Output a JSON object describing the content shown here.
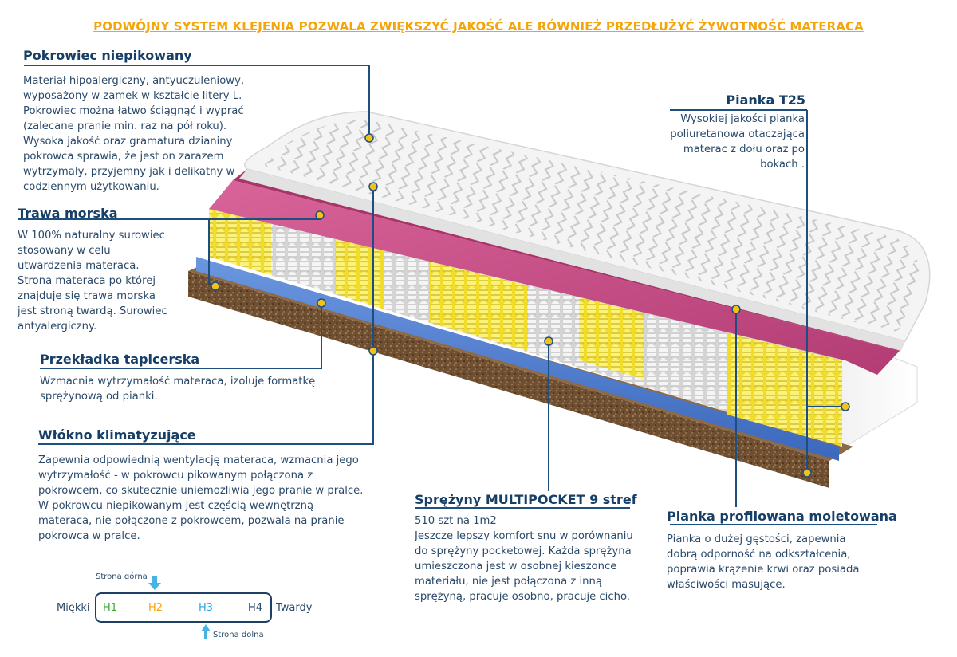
{
  "headline": "PODWÓJNY SYSTEM KLEJENIA POZWALA ZWIĘKSZYĆ JAKOŚĆ ALE RÓWNIEŻ PRZEDŁUŻYĆ ŻYWOTNOŚĆ MATERACA",
  "sections": {
    "pokrowiec": {
      "title": "Pokrowiec  niepikowany",
      "lines": [
        "Materiał hipoalergiczny, antyuczuleniowy,",
        "wyposażony w zamek w kształcie litery L.",
        "Pokrowiec można łatwo ściągnąć i wyprać",
        "(zalecane pranie min.  raz na pół roku).",
        "Wysoka jakość oraz gramatura dzianiny",
        "pokrowca sprawia, że jest on zarazem",
        "wytrzymały, przyjemny jak i delikatny w",
        "codziennym użytkowaniu."
      ]
    },
    "trawa": {
      "title": "Trawa morska",
      "lines": [
        "W 100% naturalny surowiec",
        "stosowany w celu",
        "utwardzenia materaca.",
        "Strona materaca po której",
        "znajduje się trawa morska",
        "jest stroną twardą. Surowiec",
        "antyalergiczny."
      ]
    },
    "przekladka": {
      "title": "Przekładka tapicerska",
      "lines": [
        "Wzmacnia wytrzymałość materaca, izoluje formatkę",
        "sprężynową od pianki."
      ]
    },
    "wlokno": {
      "title": "Włókno klimatyzujące",
      "lines": [
        "Zapewnia odpowiednią wentylację materaca, wzmacnia jego",
        "wytrzymałość - w pokrowcu pikowanym połączona z",
        "pokrowcem, co skutecznie uniemożliwia jego pranie w pralce.",
        "W pokrowcu niepikowanym jest częścią wewnętrzną",
        "materaca, nie połączone z pokrowcem, pozwala na pranie",
        "pokrowca w pralce."
      ]
    },
    "pianka_t25": {
      "title": "Pianka T25",
      "lines": [
        "Wysokiej jakości pianka",
        "poliuretanowa otaczająca",
        "materac z dołu oraz po",
        "bokach ."
      ]
    },
    "sprezyny": {
      "title": "Sprężyny MULTIPOCKET  9 stref",
      "lines": [
        "510 szt na 1m2",
        "Jeszcze lepszy komfort snu w porównaniu",
        "do sprężyny pocketowej. Każda sprężyna",
        "umieszczona jest w osobnej kieszonce",
        "materiału, nie jest połączona z inną",
        "sprężyną, pracuje osobno, pracuje cicho."
      ]
    },
    "pianka_prof": {
      "title": "Pianka profilowana moletowana",
      "lines": [
        "Pianka o dużej gęstości, zapewnia",
        "dobrą odporność na odkształcenia,",
        "poprawia krążenie krwi oraz posiada",
        "właściwości masujące."
      ]
    }
  },
  "legend": {
    "top_label": "Strona górna",
    "bottom_label": "Strona dolna",
    "left_word": "Miękki",
    "right_word": "Twardy",
    "levels": [
      {
        "label": "H1",
        "color": "#3aa935"
      },
      {
        "label": "H2",
        "color": "#f3a50c"
      },
      {
        "label": "H3",
        "color": "#27a9e1"
      },
      {
        "label": "H4",
        "color": "#1d3f66"
      }
    ]
  },
  "colors": {
    "accent": "#f3a50c",
    "title_navy": "#173e66",
    "leader_line": "#1d4e7e",
    "marker_dot": "#f6c01a",
    "cover": "#f1f1f1",
    "pink_foam": "#c2487f",
    "blue_layer": "#4f7fd0",
    "coir": "#7a5a3a",
    "spring_yellow": "#f4e332",
    "spring_white": "#e6e6e6"
  }
}
